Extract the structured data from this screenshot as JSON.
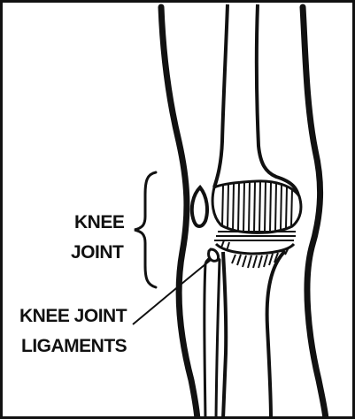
{
  "labels": {
    "knee_joint_line1": "KNEE",
    "knee_joint_line2": "JOINT",
    "ligaments_line1": "KNEE JOINT",
    "ligaments_line2": "LIGAMENTS"
  },
  "colors": {
    "background": "#ffffff",
    "ink": "#111111"
  }
}
